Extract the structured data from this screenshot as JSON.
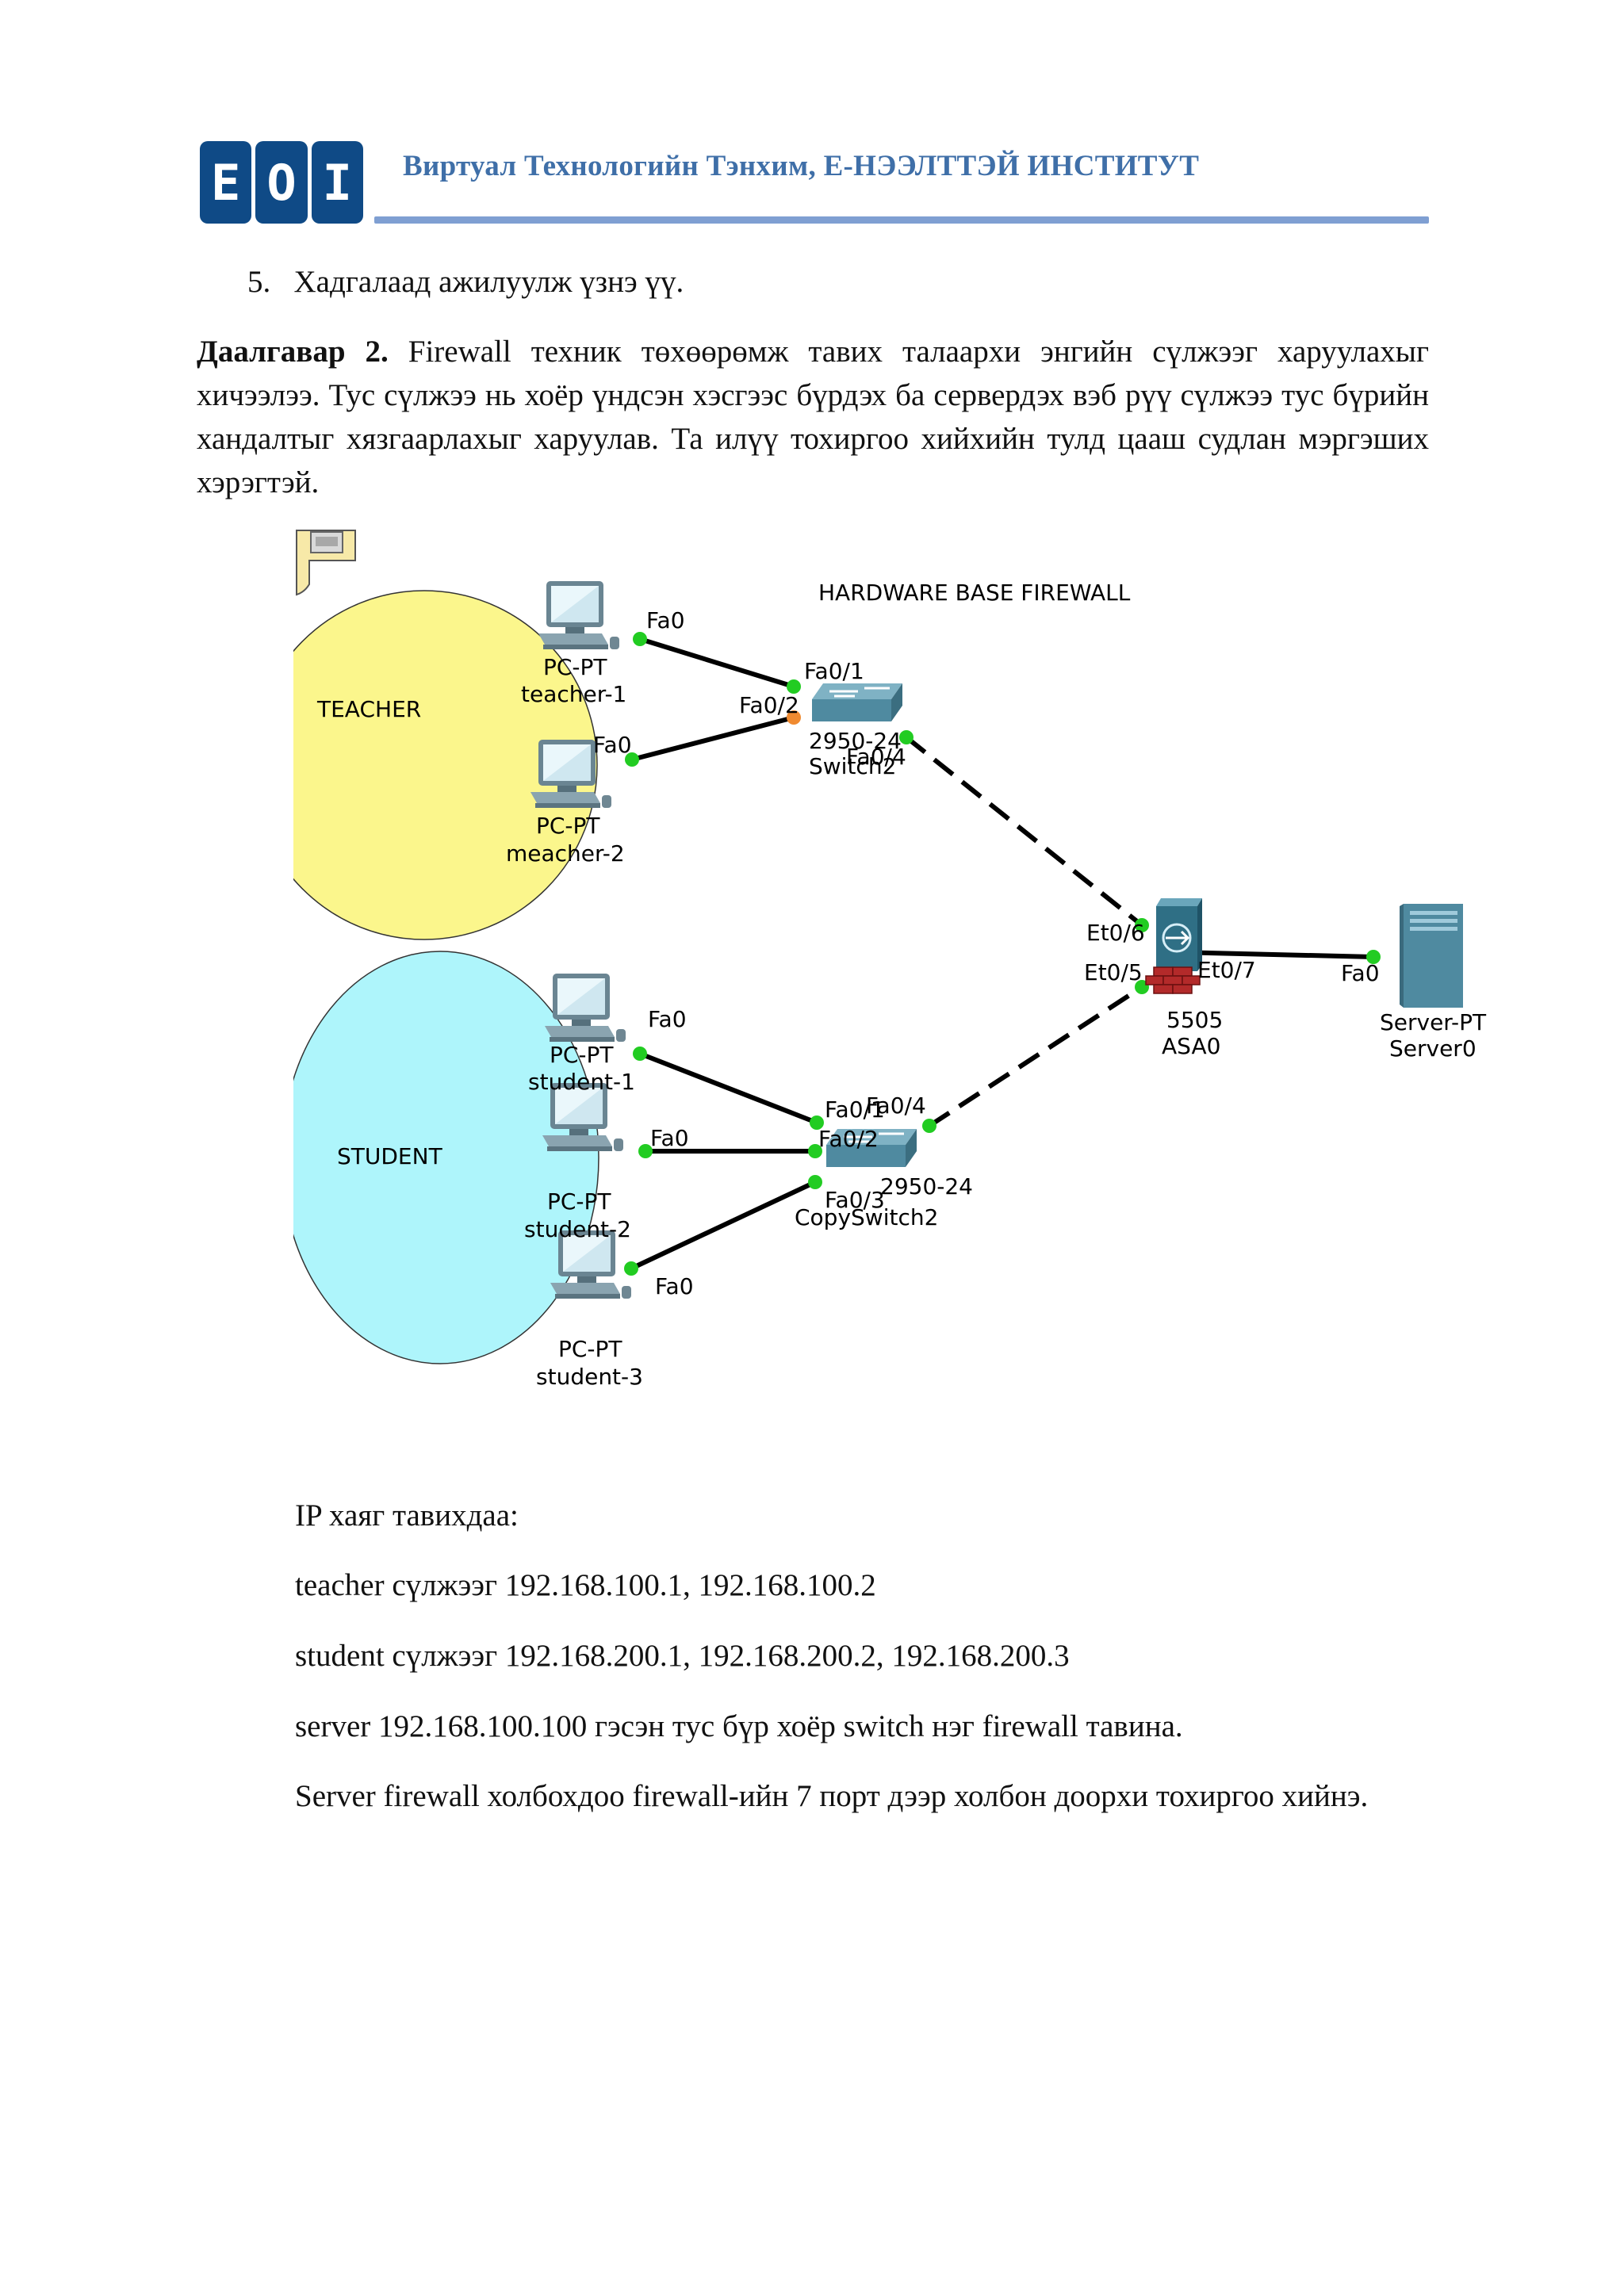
{
  "header": {
    "logo_letters": [
      "E",
      "O",
      "I"
    ],
    "title": "Виртуал Технологийн Тэнхим, Е-НЭЭЛТТЭЙ ИНСТИТУТ",
    "brand_color": "#0f4a86",
    "title_color": "#3f6fa8"
  },
  "step5": {
    "number": "5.",
    "text": "Хадгалаад ажилуулж үзнэ үү."
  },
  "task2": {
    "label": "Даалгавар 2.",
    "text": "Firewall техник төхөөрөмж тавих талаархи энгийн сүлжээг харуулахыг хичээлээ. Тус сүлжээ нь хоёр үндсэн хэсгээс бүрдэх ба сервердэх вэб рүү сүлжээ тус бүрийн хандалтыг хязгаарлахыг харуулав. Та илүү тохиргоо хийхийн тулд цааш судлан мэргэших хэрэгтэй."
  },
  "diagram": {
    "title": "HARDWARE BASE FIREWALL",
    "teacher_zone": {
      "label": "TEACHER",
      "color": "#fbf68c"
    },
    "student_zone": {
      "label": "STUDENT",
      "color": "#aef5fb"
    },
    "pcs": [
      {
        "type": "PC-PT",
        "name": "teacher-1",
        "port": "Fa0"
      },
      {
        "type": "PC-PT",
        "name": "meacher-2",
        "port": "Fa0"
      },
      {
        "type": "PC-PT",
        "name": "student-1",
        "port": "Fa0"
      },
      {
        "type": "PC-PT",
        "name": "student-2",
        "port": "Fa0"
      },
      {
        "type": "PC-PT",
        "name": "student-3",
        "port": "Fa0"
      }
    ],
    "switch1": {
      "model": "2950-24",
      "name": "Switch2",
      "ports": [
        "Fa0/1",
        "Fa0/2",
        "Fa0/4"
      ]
    },
    "switch2": {
      "model": "2950-24",
      "name": "CopySwitch2",
      "ports": [
        "Fa0/1",
        "Fa0/4",
        "Fa0/2",
        "Fa0/3"
      ]
    },
    "firewall": {
      "model": "5505",
      "name": "ASA0",
      "ports": [
        "Et0/6",
        "Et0/5",
        "Et0/7"
      ]
    },
    "server": {
      "type": "Server-PT",
      "name": "Server0",
      "port": "Fa0"
    },
    "link_color": "#000000",
    "port_up_color": "#22cc22",
    "port_init_color": "#f08a30"
  },
  "ip_section": {
    "title": "IP хаяг тавихдаа:",
    "teacher": "teacher сүлжээг 192.168.100.1, 192.168.100.2",
    "student": "student сүлжээг 192.168.200.1, 192.168.200.2, 192.168.200.3",
    "server": "server 192.168.100.100 гэсэн тус бүр хоёр switch нэг firewall тавина.",
    "note": "Server firewall холбохдоо firewall-ийн 7 порт дээр холбон доорхи тохиргоо хийнэ."
  }
}
